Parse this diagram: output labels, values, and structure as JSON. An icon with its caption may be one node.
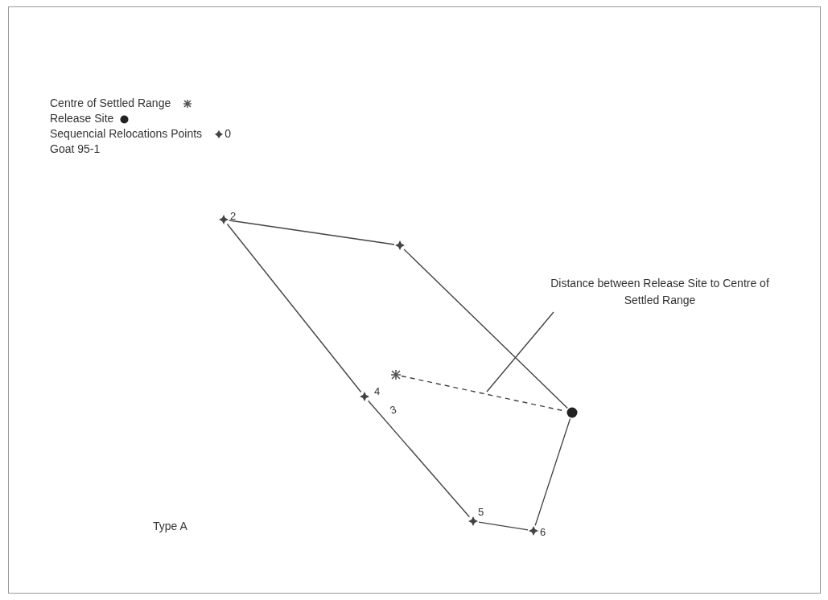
{
  "diagram": {
    "nodes": [
      {
        "text": [],
        "shape": "circle"
      },
      {
        "text": [],
        "shape": "star"
      },
      {
        "text": [],
        "shape": "star",
        "beside": [
          "2"
        ]
      },
      {
        "text": [],
        "shape": "star",
        "beside": [
          "4"
        ]
      },
      {
        "text": [],
        "shape": "star",
        "beside": [
          "5"
        ]
      },
      {
        "text": [],
        "shape": "star",
        "beside": [
          "6"
        ]
      },
      {
        "text": [],
        "shape": "asterisk"
      },
      {
        "text": [
          "Distance between Release Site to Centre of Settled Range"
        ]
      }
    ],
    "edges": [
      {
        "from": 0,
        "to": 1,
        "arrow": "none"
      },
      {
        "from": 1,
        "to": 2,
        "arrow": "none"
      },
      {
        "from": 2,
        "to": 3,
        "arrow": "none"
      },
      {
        "from": 3,
        "to": 4,
        "arrow": "none"
      },
      {
        "from": 4,
        "to": 5,
        "arrow": "none"
      },
      {
        "from": 5,
        "to": 0,
        "arrow": "none"
      },
      {
        "from": 6,
        "to": 0,
        "arrow": "none",
        "style": "dashed"
      },
      {
        "from": 7,
        "to": null,
        "arrow": "none"
      }
    ],
    "labels": [
      "0",
      "Goat 95-1",
      "3",
      "Type A"
    ],
    "legend": [
      {
        "text": "Centre of Settled Range"
      },
      {
        "text": "Release Site"
      },
      {
        "text": "Sequencial Relocations Points"
      }
    ]
  }
}
